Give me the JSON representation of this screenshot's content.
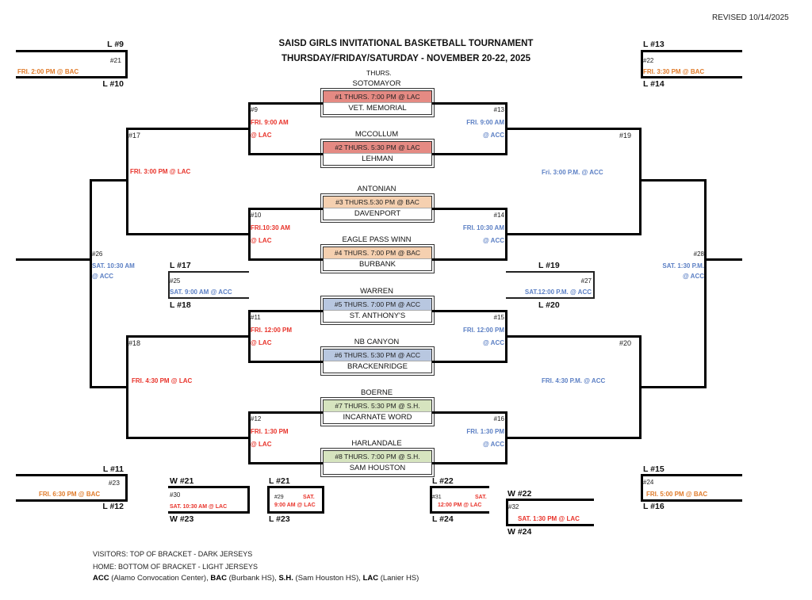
{
  "revised": "REVISED 10/14/2025",
  "title": "SAISD GIRLS INVITATIONAL BASKETBALL TOURNAMENT",
  "subtitle": "THURSDAY/FRIDAY/SATURDAY - NOVEMBER 20-22, 2025",
  "day_label": "THURS.",
  "colors": {
    "red_box": "#e58a83",
    "orange_box": "#f5d0b0",
    "blue_box": "#b8c7e0",
    "green_box": "#d6e4bf",
    "red_text": "#e8332a",
    "blue_text": "#5b7fc4",
    "orange_text": "#e07b2a"
  },
  "first_round": [
    {
      "top_team": "SOTOMAYOR",
      "header": "#1 THURS. 7:00 PM @ LAC",
      "bottom_team": "VET. MEMORIAL"
    },
    {
      "top_team": "MCCOLLUM",
      "header": "#2 THURS. 5:30 PM @ LAC",
      "bottom_team": "LEHMAN"
    },
    {
      "top_team": "ANTONIAN",
      "header": "#3  THURS.5:30 PM @ BAC",
      "bottom_team": "DAVENPORT"
    },
    {
      "top_team": "EAGLE PASS WINN",
      "header": "#4 THURS. 7:00 PM @ BAC",
      "bottom_team": "BURBANK"
    },
    {
      "top_team": "WARREN",
      "header": "#5 THURS. 7:00 PM @ ACC",
      "bottom_team": "ST. ANTHONY'S"
    },
    {
      "top_team": "NB CANYON",
      "header": "#6 THURS. 5:30 PM @ ACC",
      "bottom_team": "BRACKENRIDGE"
    },
    {
      "top_team": "BOERNE",
      "header": "#7 THURS. 5:30 PM  @ S.H.",
      "bottom_team": "INCARNATE WORD"
    },
    {
      "top_team": "HARLANDALE",
      "header": "#8 THURS. 7:00 PM @ S.H.",
      "bottom_team": "SAM HOUSTON"
    }
  ],
  "left_qf": [
    {
      "num": "#9",
      "time": "FRI. 9:00 AM",
      "venue": "@ LAC"
    },
    {
      "num": "#10",
      "time": "FRI.10:30 AM",
      "venue": "@ LAC"
    },
    {
      "num": "#11",
      "time": "FRI. 12:00 PM",
      "venue": "@ LAC"
    },
    {
      "num": "#12",
      "time": "FRI. 1:30 PM",
      "venue": "@ LAC"
    }
  ],
  "right_qf": [
    {
      "num": "#13",
      "time": "FRI. 9:00 AM",
      "venue": "@ ACC"
    },
    {
      "num": "#14",
      "time": "FRI. 10:30 AM",
      "venue": "@ ACC"
    },
    {
      "num": "#15",
      "time": "FRI. 12:00 PM",
      "venue": "@ ACC"
    },
    {
      "num": "#16",
      "time": "FRI. 1:30 PM",
      "venue": "@ ACC"
    }
  ],
  "left_sf": [
    {
      "num": "#17",
      "time": "FRI. 3:00 PM @ LAC"
    },
    {
      "num": "#18",
      "time": "FRI. 4:30 PM @ LAC"
    }
  ],
  "right_sf": [
    {
      "num": "#19",
      "time": "Fri. 3:00 P.M.  @ ACC"
    },
    {
      "num": "#20",
      "time": "FRI. 4:30 P.M. @ ACC"
    }
  ],
  "finals": {
    "left": {
      "num": "#26",
      "time": "SAT. 10:30 AM",
      "venue": "@ ACC"
    },
    "right": {
      "num": "#28",
      "time": "SAT. 1:30 P.M.",
      "venue": "@ ACC"
    }
  },
  "consolation": {
    "g21": {
      "top": "L #9",
      "num": "#21",
      "time": "FRI. 2:00 PM @ BAC",
      "bottom": "L #10"
    },
    "g22": {
      "top": "L #13",
      "num": "#22",
      "time": "FRI. 3:30 PM @ BAC",
      "bottom": "L #14"
    },
    "g23": {
      "top": "L #11",
      "num": "#23",
      "time": "FRI. 6:30 PM @ BAC",
      "bottom": "L #12"
    },
    "g24": {
      "top": "L #15",
      "num": "#24",
      "time": "FRI. 5:00 PM @ BAC",
      "bottom": "L #16"
    },
    "g25": {
      "top": "L #17",
      "num": "#25",
      "time": "SAT. 9:00  AM @ ACC",
      "bottom": "L #18"
    },
    "g27": {
      "top": "L #19",
      "num": "#27",
      "time": "SAT.12:00  P.M. @ ACC",
      "bottom": "L #20"
    },
    "g29": {
      "top": "L #21",
      "num": "#29",
      "time1": "SAT.",
      "time2": "9:00 AM @ LAC",
      "bottom": "L #23"
    },
    "g30": {
      "top": "W #21",
      "num": "#30",
      "time": "SAT. 10:30 AM @ LAC",
      "bottom": "W #23"
    },
    "g31": {
      "top": "L #22",
      "num": "#31",
      "time1": "SAT.",
      "time2": "12:00 PM @ LAC",
      "bottom": "L #24"
    },
    "g32": {
      "top": "W #22",
      "num": "#32",
      "time": "SAT. 1:30 PM @ LAC",
      "bottom": "W #24"
    }
  },
  "legend": {
    "line1": "VISITORS: TOP OF BRACKET - DARK JERSEYS",
    "line2": "HOME: BOTTOM OF BRACKET - LIGHT JERSEYS",
    "venues": [
      {
        "code": "ACC",
        "name": " (Alamo Convocation Center), "
      },
      {
        "code": "BAC",
        "name": " (Burbank HS), "
      },
      {
        "code": "S.H.",
        "name": " (Sam Houston HS), "
      },
      {
        "code": "LAC",
        "name": " (Lanier HS)"
      }
    ]
  }
}
